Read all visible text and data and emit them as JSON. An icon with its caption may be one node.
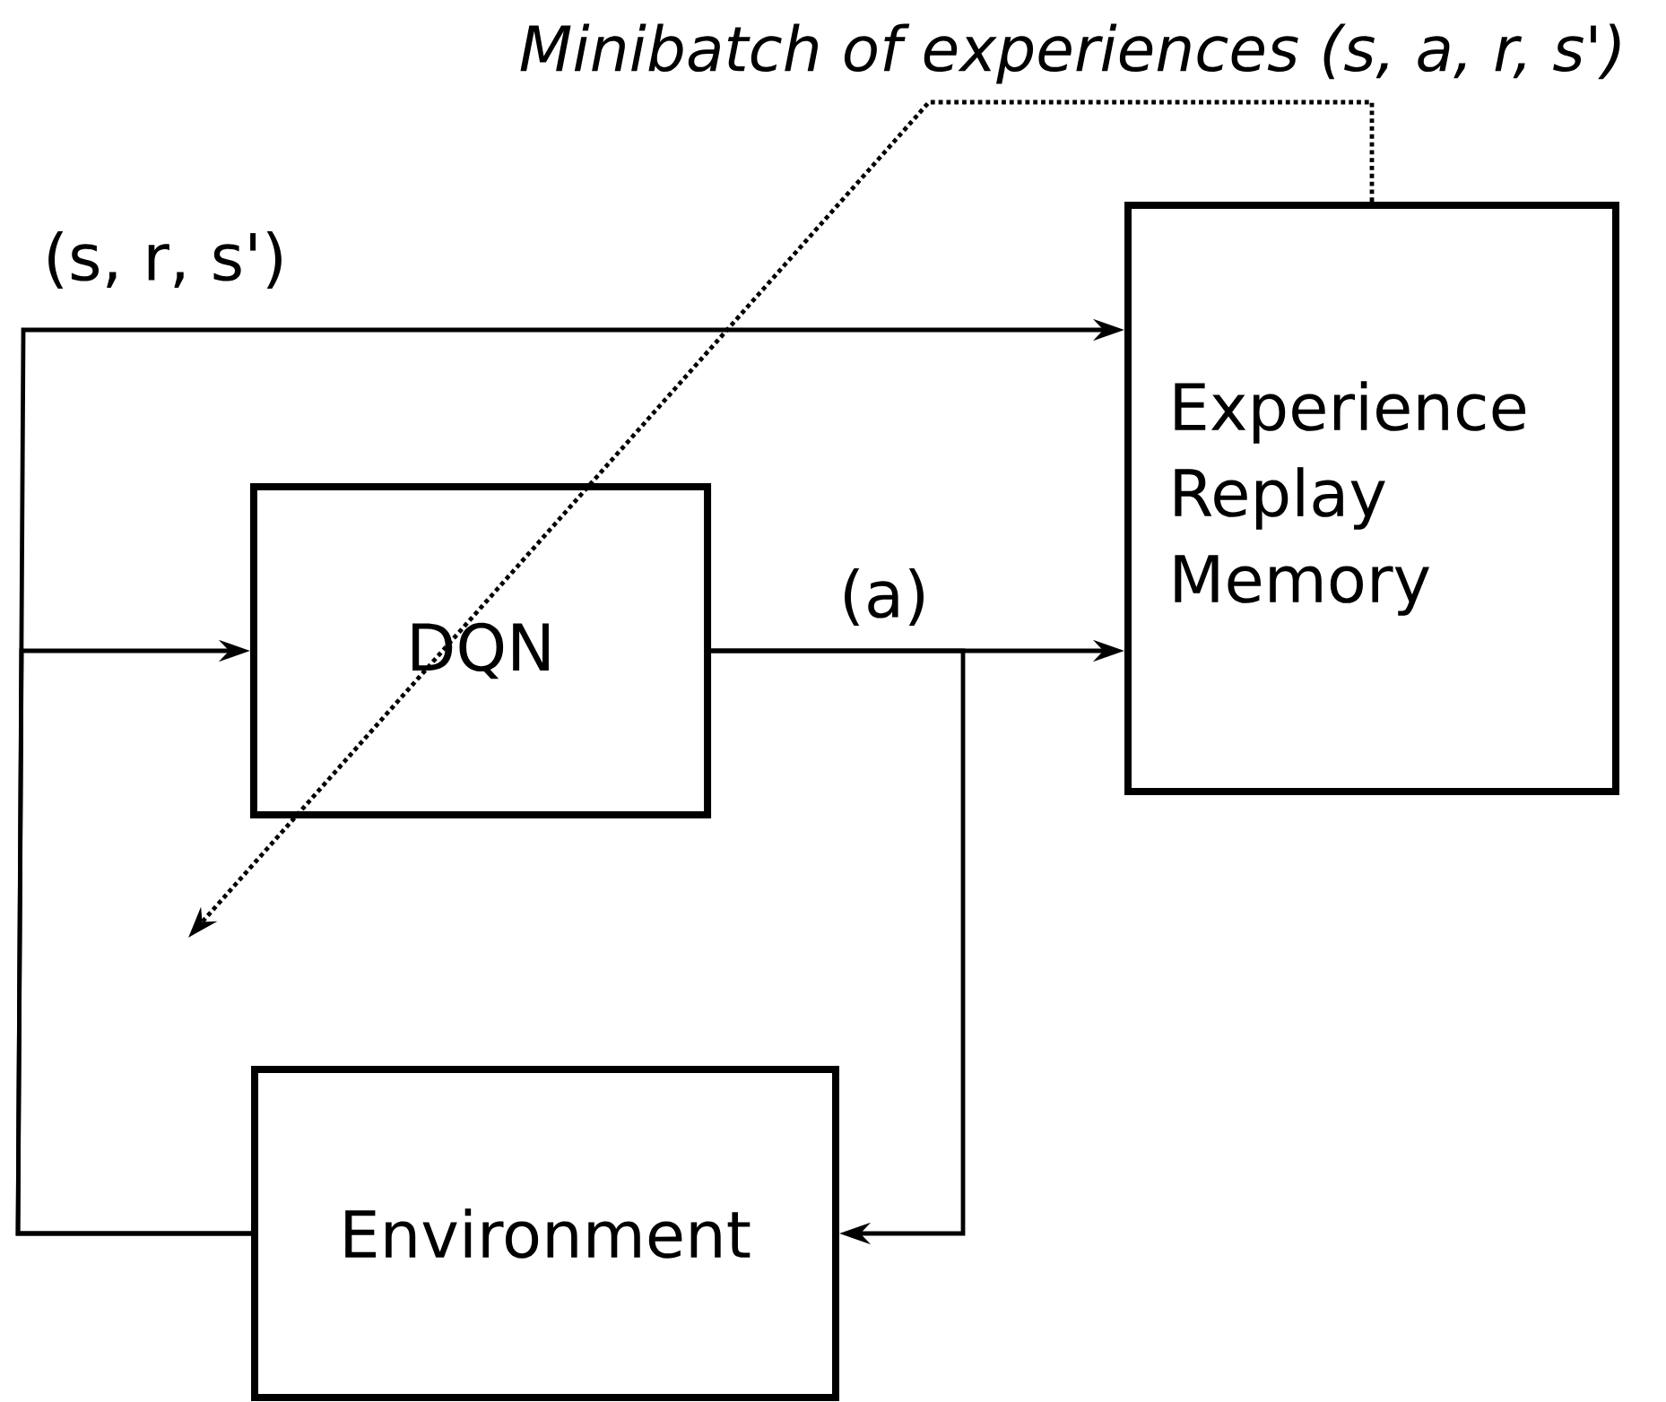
{
  "diagram": {
    "nodes": [
      {
        "text": [
          "DQN"
        ]
      },
      {
        "text": [
          "Experience Replay Memory"
        ]
      },
      {
        "text": [
          "Environment"
        ]
      }
    ],
    "edges": [
      {
        "from": 2,
        "to": 1,
        "arrow": "to",
        "label": "(s, r, s')"
      },
      {
        "from": 2,
        "to": 0,
        "arrow": "to"
      },
      {
        "from": 0,
        "to": 1,
        "arrow": "to",
        "label": "(a)"
      },
      {
        "from": 0,
        "to": 2,
        "arrow": "to"
      },
      {
        "from": 1,
        "to": null,
        "arrow": "to",
        "style": "dashed",
        "label": "Minibatch of experiences (s, a, r, s')"
      }
    ]
  }
}
